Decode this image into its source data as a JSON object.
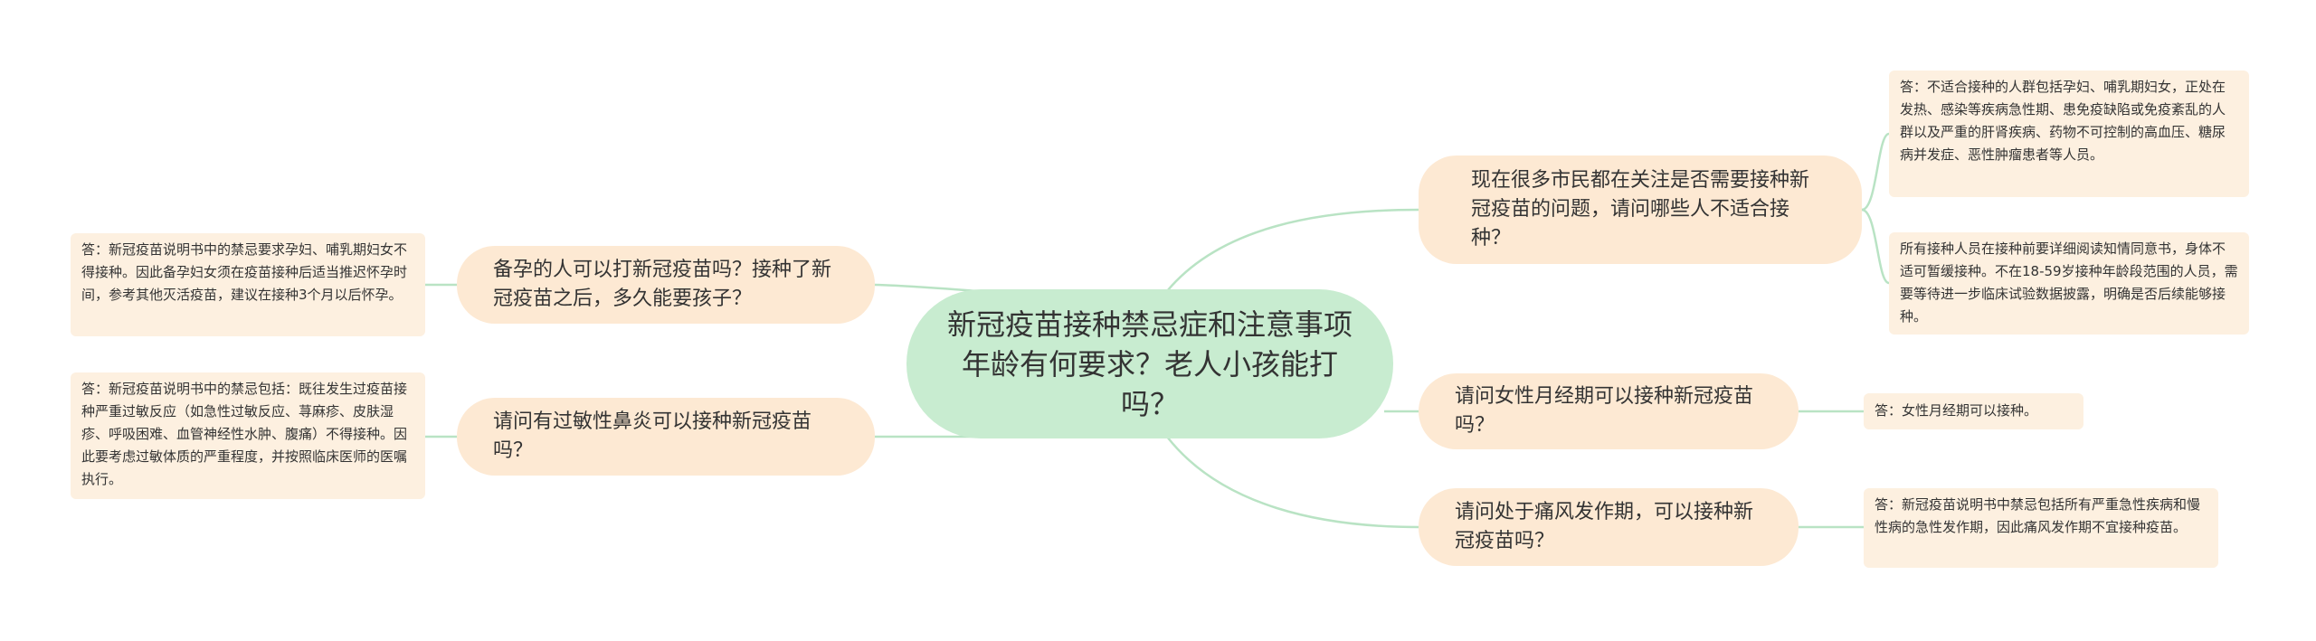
{
  "center": {
    "title": "新冠疫苗接种禁忌症和注意事项年龄有何要求？老人小孩能打吗？"
  },
  "branches": [
    {
      "question": "现在很多市民都在关注是否需要接种新冠疫苗的问题，请问哪些人不适合接种？",
      "answers": [
        "答：不适合接种的人群包括孕妇、哺乳期妇女，正处在发热、感染等疾病急性期、患免疫缺陷或免疫紊乱的人群以及严重的肝肾疾病、药物不可控制的高血压、糖尿病并发症、恶性肿瘤患者等人员。",
        "所有接种人员在接种前要详细阅读知情同意书，身体不适可暂缓接种。不在18-59岁接种年龄段范围的人员，需要等待进一步临床试验数据披露，明确是否后续能够接种。"
      ]
    },
    {
      "question": "请问女性月经期可以接种新冠疫苗吗？",
      "answers": [
        "答：女性月经期可以接种。"
      ]
    },
    {
      "question": "请问处于痛风发作期，可以接种新冠疫苗吗？",
      "answers": [
        "答：新冠疫苗说明书中禁忌包括所有严重急性疾病和慢性病的急性发作期，因此痛风发作期不宜接种疫苗。"
      ]
    },
    {
      "question": "备孕的人可以打新冠疫苗吗？接种了新冠疫苗之后，多久能要孩子？",
      "answers": [
        "答：新冠疫苗说明书中的禁忌要求孕妇、哺乳期妇女不得接种。因此备孕妇女须在疫苗接种后适当推迟怀孕时间，参考其他灭活疫苗，建议在接种3个月以后怀孕。"
      ]
    },
    {
      "question": "请问有过敏性鼻炎可以接种新冠疫苗吗？",
      "answers": [
        "答：新冠疫苗说明书中的禁忌包括：既往发生过疫苗接种严重过敏反应（如急性过敏反应、荨麻疹、皮肤湿疹、呼吸困难、血管神经性水肿、腹痛）不得接种。因此要考虑过敏体质的严重程度，并按照临床医师的医嘱执行。"
      ]
    }
  ],
  "colors": {
    "center_fill": "#c8ecd0",
    "question_fill": "#fde9d3",
    "answer_fill": "#fdf0e0",
    "connector": "#b9e3c4"
  }
}
